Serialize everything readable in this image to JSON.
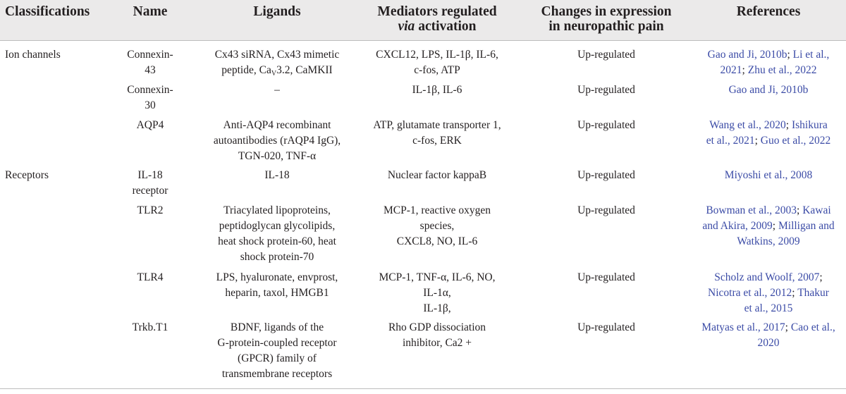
{
  "headers": {
    "classifications": "Classifications",
    "name": "Name",
    "ligands": "Ligands",
    "mediators_line1": "Mediators regulated",
    "mediators_via": "via",
    "mediators_activation": " activation",
    "changes_line1": "Changes in expression",
    "changes_line2": "in neuropathic pain",
    "references": "References"
  },
  "rows": [
    {
      "classification": "Ion channels",
      "name": [
        "Connexin-",
        "43"
      ],
      "ligands": [
        "Cx43 siRNA, Cx43 mimetic",
        "peptide, CaV3.2, CaMKII"
      ],
      "mediators": [
        "CXCL12, LPS, IL-1β, IL-6,",
        "c-fos, ATP"
      ],
      "change": "Up-regulated",
      "refs": [
        [
          {
            "t": "Gao and Ji, 2010b",
            "link": true
          },
          {
            "t": "; ",
            "link": false
          },
          {
            "t": "Li et al.,",
            "link": true
          }
        ],
        [
          {
            "t": "2021",
            "link": true
          },
          {
            "t": "; ",
            "link": false
          },
          {
            "t": "Zhu et al., 2022",
            "link": true
          }
        ]
      ]
    },
    {
      "classification": "",
      "name": [
        "Connexin-",
        "30"
      ],
      "ligands": [
        "–"
      ],
      "mediators": [
        "IL-1β, IL-6"
      ],
      "change": "Up-regulated",
      "refs": [
        [
          {
            "t": "Gao and Ji, 2010b",
            "link": true
          }
        ]
      ]
    },
    {
      "classification": "",
      "name": [
        "AQP4"
      ],
      "ligands": [
        "Anti-AQP4 recombinant",
        "autoantibodies (rAQP4 IgG),",
        "TGN-020, TNF-α"
      ],
      "mediators": [
        "ATP, glutamate transporter 1,",
        "c-fos, ERK"
      ],
      "change": "Up-regulated",
      "refs": [
        [
          {
            "t": "Wang et al., 2020",
            "link": true
          },
          {
            "t": "; ",
            "link": false
          },
          {
            "t": "Ishikura",
            "link": true
          }
        ],
        [
          {
            "t": "et al., 2021",
            "link": true
          },
          {
            "t": "; ",
            "link": false
          },
          {
            "t": "Guo et al., 2022",
            "link": true
          }
        ]
      ]
    },
    {
      "classification": "Receptors",
      "name": [
        "IL-18",
        "receptor"
      ],
      "ligands": [
        "IL-18"
      ],
      "mediators": [
        "Nuclear factor kappaB"
      ],
      "change": "Up-regulated",
      "refs": [
        [
          {
            "t": "Miyoshi et al., 2008",
            "link": true
          }
        ]
      ]
    },
    {
      "classification": "",
      "name": [
        "TLR2"
      ],
      "ligands": [
        "Triacylated lipoproteins,",
        "peptidoglycan glycolipids,",
        "heat shock protein-60, heat",
        "shock protein-70"
      ],
      "mediators": [
        "MCP-1, reactive oxygen",
        "species,",
        "CXCL8, NO, IL-6"
      ],
      "change": "Up-regulated",
      "refs": [
        [
          {
            "t": "Bowman et al., 2003",
            "link": true
          },
          {
            "t": "; ",
            "link": false
          },
          {
            "t": "Kawai",
            "link": true
          }
        ],
        [
          {
            "t": "and Akira, 2009",
            "link": true
          },
          {
            "t": "; ",
            "link": false
          },
          {
            "t": "Milligan and",
            "link": true
          }
        ],
        [
          {
            "t": "Watkins, 2009",
            "link": true
          }
        ]
      ]
    },
    {
      "classification": "",
      "name": [
        "TLR4"
      ],
      "ligands": [
        "LPS, hyaluronate, envprost,",
        "heparin, taxol, HMGB1"
      ],
      "mediators": [
        "MCP-1, TNF-α, IL-6, NO,",
        "IL-1α,",
        "IL-1β,"
      ],
      "change": "Up-regulated",
      "refs": [
        [
          {
            "t": "Scholz and Woolf, 2007",
            "link": true
          },
          {
            "t": ";",
            "link": false
          }
        ],
        [
          {
            "t": "Nicotra et al., 2012",
            "link": true
          },
          {
            "t": "; ",
            "link": false
          },
          {
            "t": "Thakur",
            "link": true
          }
        ],
        [
          {
            "t": "et al., 2015",
            "link": true
          }
        ]
      ]
    },
    {
      "classification": "",
      "name": [
        "Trkb.T1"
      ],
      "ligands": [
        "BDNF, ligands of the",
        "G-protein-coupled receptor",
        "(GPCR) family of",
        "transmembrane receptors"
      ],
      "mediators": [
        "Rho GDP dissociation",
        "inhibitor, Ca2 +"
      ],
      "change": "Up-regulated",
      "refs": [
        [
          {
            "t": "Matyas et al., 2017",
            "link": true
          },
          {
            "t": "; ",
            "link": false
          },
          {
            "t": "Cao et al.,",
            "link": true
          }
        ],
        [
          {
            "t": "2020",
            "link": true
          }
        ]
      ]
    }
  ]
}
